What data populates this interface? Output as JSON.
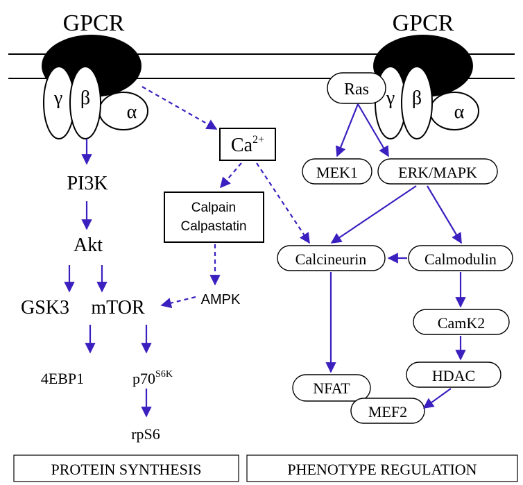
{
  "gpcr_left": {
    "label": "GPCR",
    "gamma": "γ",
    "beta": "β",
    "alpha": "α"
  },
  "gpcr_right": {
    "label": "GPCR",
    "gamma": "γ",
    "beta": "β",
    "alpha": "α",
    "ras": "Ras"
  },
  "left_pathway": {
    "pi3k": "PI3K",
    "akt": "Akt",
    "gsk3": "GSK3",
    "mtor": "mTOR",
    "ebp1": "4EBP1",
    "p70": "p70",
    "p70_sup": "S6K",
    "rps6": "rpS6"
  },
  "calcium": {
    "ca": "Ca",
    "ca_sup": "2+",
    "calpain": "Calpain",
    "calpastatin": "Calpastatin",
    "ampk": "AMPK"
  },
  "right_pathway": {
    "mek1": "MEK1",
    "erk": "ERK/MAPK",
    "calcineurin": "Calcineurin",
    "calmodulin": "Calmodulin",
    "camk2": "CamK2",
    "hdac": "HDAC",
    "nfat": "NFAT",
    "mef2": "MEF2"
  },
  "footer": {
    "protein_synthesis": "PROTEIN SYNTHESIS",
    "phenotype_regulation": "PHENOTYPE REGULATION"
  },
  "colors": {
    "arrow": "#3b1fbf",
    "receptor": "#000000",
    "outline": "#000000"
  }
}
